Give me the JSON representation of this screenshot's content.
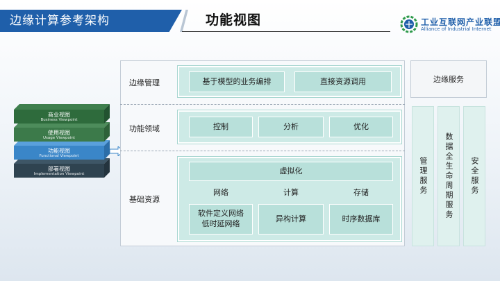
{
  "header": {
    "title": "边缘计算参考架构",
    "subtitle": "功能视图",
    "logo_cn": "工业互联网产业联盟",
    "logo_en": "Alliance of Industrial Internet"
  },
  "viewpoints": [
    {
      "cn": "商业视图",
      "en": "Business Viewpoint",
      "color": "#2e6b3c"
    },
    {
      "cn": "使用视图",
      "en": "Usage Viewpoint",
      "color": "#3c7a4a"
    },
    {
      "cn": "功能视图",
      "en": "Functional Viewpoint",
      "color": "#3a86c8"
    },
    {
      "cn": "部署视图",
      "en": "Implementation Viewpoint",
      "color": "#2f4350"
    }
  ],
  "rows": {
    "edge_management": {
      "label": "边缘管理",
      "items": [
        "基于模型的业务编排",
        "直接资源调用"
      ]
    },
    "function_domain": {
      "label": "功能领域",
      "items": [
        "控制",
        "分析",
        "优化"
      ]
    },
    "base_resources": {
      "label": "基础资源",
      "virtualization": "虚拟化",
      "categories": [
        "网络",
        "计算",
        "存储"
      ],
      "network_line1": "软件定义网络",
      "network_line2": "低时延网络",
      "compute": "异构计算",
      "storage": "时序数据库"
    }
  },
  "services": {
    "edge_service": "边缘服务",
    "management": "管理服务",
    "lifecycle": "数据全生命周期服务",
    "security": "安全服务"
  },
  "colors": {
    "brand_blue": "#1f5faa",
    "cell_teal": "#b8e0da",
    "group_teal": "#cdeae6"
  }
}
